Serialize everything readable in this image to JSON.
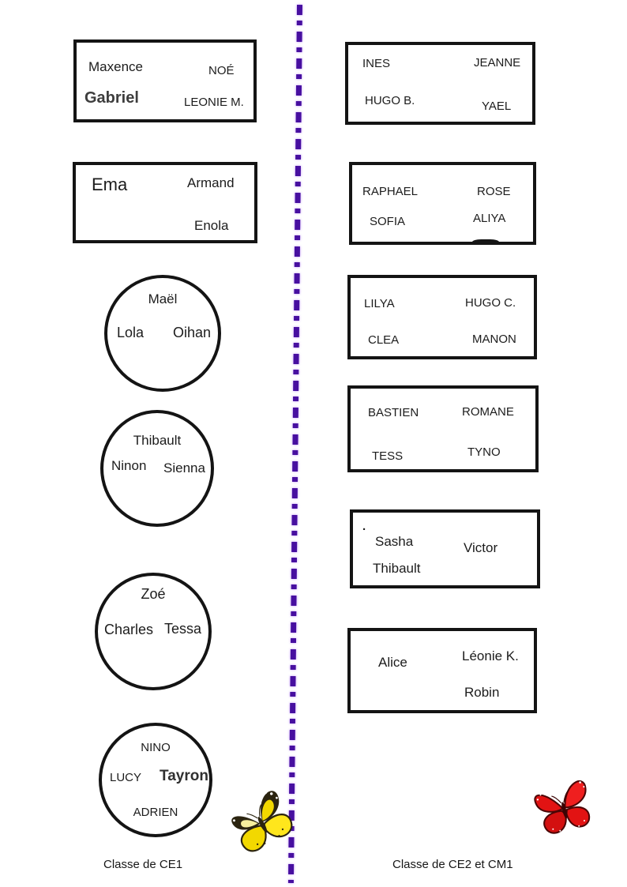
{
  "divider_color": "#470fa0",
  "left_column": {
    "label": "Classe de CE1",
    "table1": {
      "top_left": "Maxence",
      "top_right": "NOÉ",
      "bottom_left": "Gabriel",
      "bottom_right": "LEONIE M."
    },
    "table2": {
      "top_left": "Ema",
      "top_right": "Armand",
      "bottom_right": "Enola"
    },
    "circle1": {
      "top": "Maël",
      "left": "Lola",
      "right": "Oihan"
    },
    "circle2": {
      "top": "Thibault",
      "left": "Ninon",
      "right": "Sienna"
    },
    "circle3": {
      "top": "Zoé",
      "left": "Charles",
      "right": "Tessa"
    },
    "circle4": {
      "top": "NINO",
      "left": "LUCY",
      "right": "Tayron",
      "bottom": "ADRIEN"
    }
  },
  "right_column": {
    "label": "Classe de CE2 et CM1",
    "table1": {
      "top_left": "INES",
      "top_right": "JEANNE",
      "bottom_left": "HUGO B.",
      "bottom_right": "YAEL"
    },
    "table2": {
      "top_left": "RAPHAEL",
      "top_right": "ROSE",
      "bottom_left": "SOFIA",
      "bottom_right": "ALIYA"
    },
    "table3": {
      "top_left": "LILYA",
      "top_right": "HUGO C.",
      "bottom_left": "CLEA",
      "bottom_right": "MANON"
    },
    "table4": {
      "top_left": "BASTIEN",
      "top_right": "ROMANE",
      "bottom_left": "TESS",
      "bottom_right": "TYNO"
    },
    "table5": {
      "corner_dot": ".",
      "top_left": "Sasha",
      "right": "Victor",
      "bottom_left": "Thibault"
    },
    "table6": {
      "left": "Alice",
      "top_right": "Léonie K.",
      "bottom_right": "Robin"
    }
  },
  "icons": {
    "left_butterfly": {
      "name": "yellow-butterfly",
      "primary": "#f2d800",
      "secondary": "#ffe61c",
      "dark": "#2b2410"
    },
    "right_butterfly": {
      "name": "red-butterfly",
      "primary": "#e21313",
      "secondary": "#ef1f1f",
      "dark": "#4c0505"
    }
  }
}
